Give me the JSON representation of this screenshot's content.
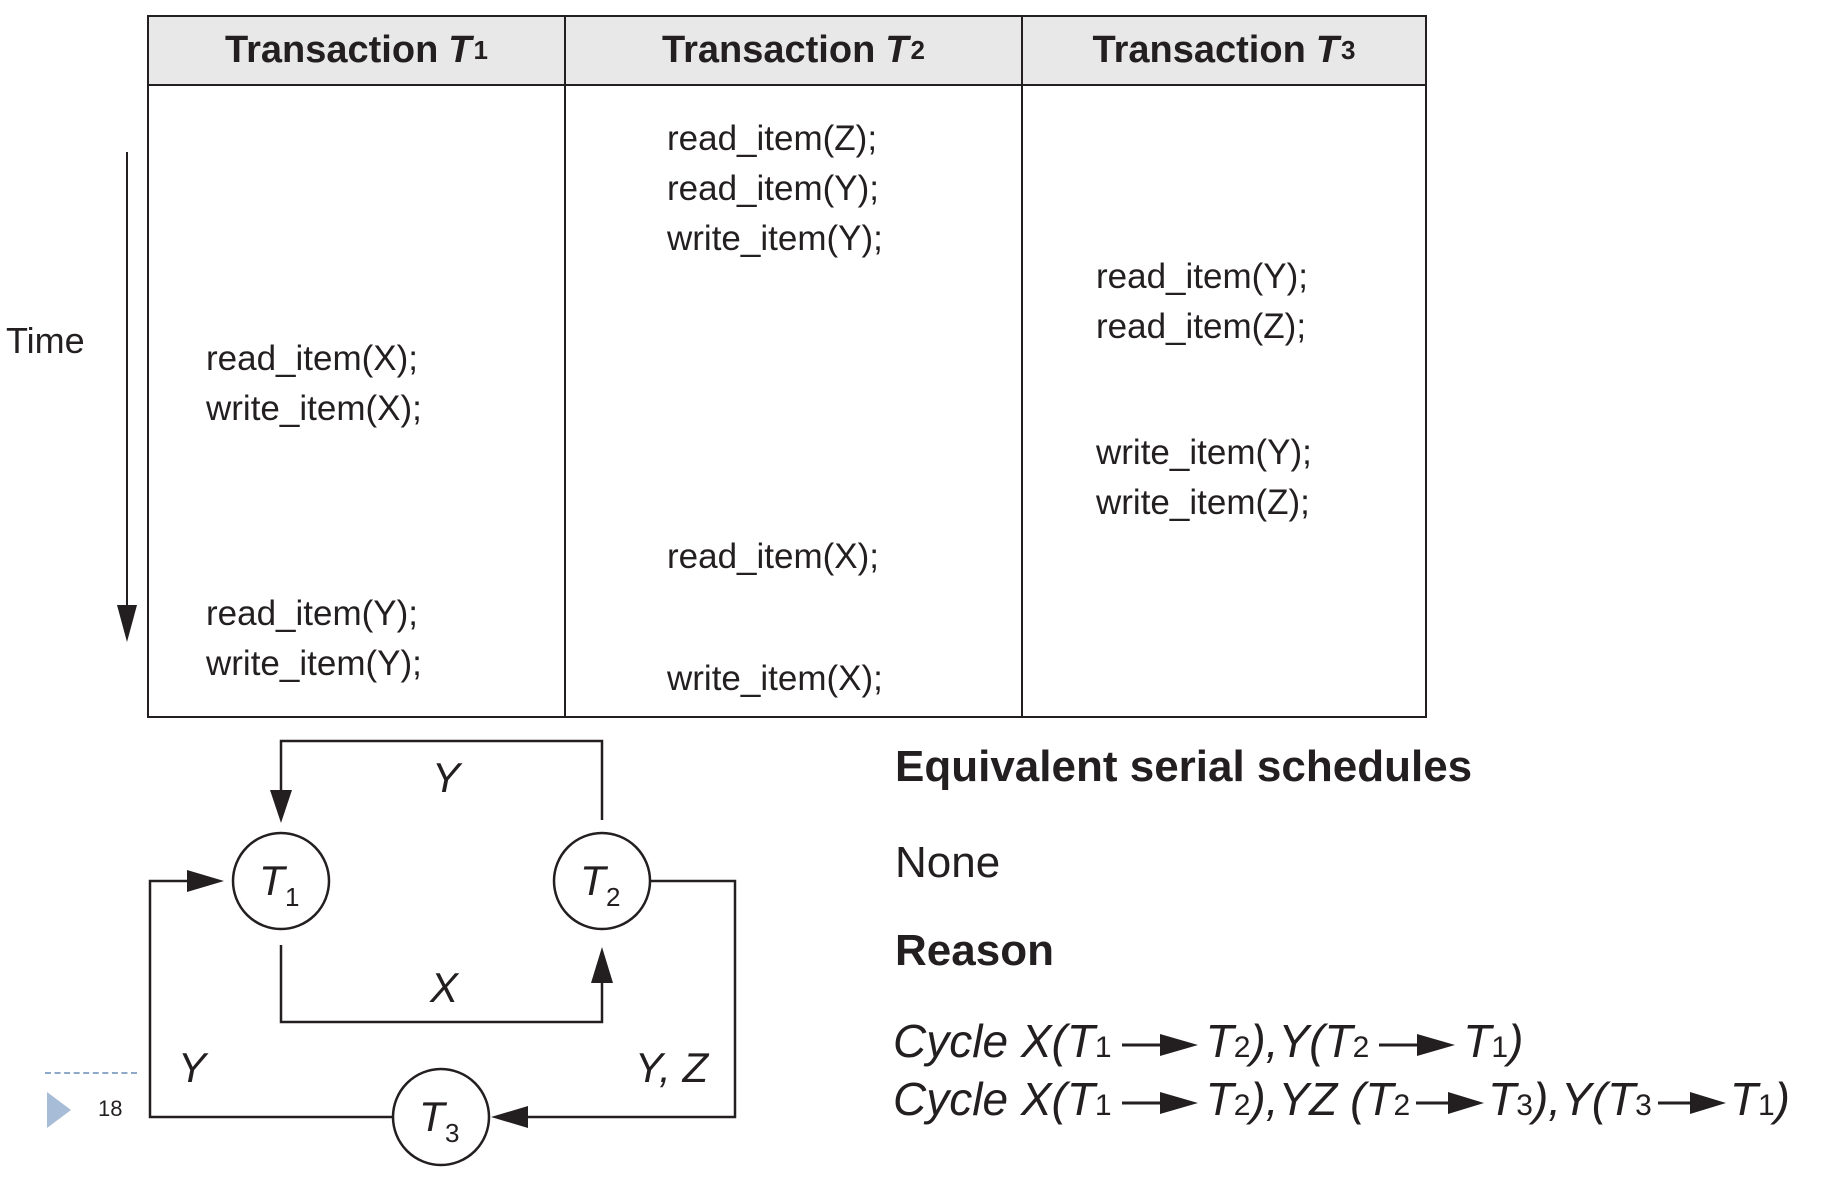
{
  "table": {
    "columns": [
      {
        "prefix": "Transaction",
        "var": "T",
        "sub": "1"
      },
      {
        "prefix": "Transaction",
        "var": "T",
        "sub": "2"
      },
      {
        "prefix": "Transaction",
        "var": "T",
        "sub": "3"
      }
    ],
    "t1_ops": [
      "read_item(X);",
      "write_item(X);",
      "read_item(Y);",
      "write_item(Y);"
    ],
    "t2_ops": [
      "read_item(Z);",
      "read_item(Y);",
      "write_item(Y);",
      "read_item(X);",
      "write_item(X);"
    ],
    "t3_ops": [
      "read_item(Y);",
      "read_item(Z);",
      "write_item(Y);",
      "write_item(Z);"
    ]
  },
  "time_label": "Time",
  "graph": {
    "nodes": [
      {
        "var": "T",
        "sub": "1"
      },
      {
        "var": "T",
        "sub": "2"
      },
      {
        "var": "T",
        "sub": "3"
      }
    ],
    "edge_labels": {
      "t2_to_t1": "Y",
      "t1_to_t2": "X",
      "t3_to_t1": "Y",
      "t2_to_t3": "Y, Z"
    }
  },
  "panel": {
    "heading_schedules": "Equivalent serial schedules",
    "schedules_value": "None",
    "heading_reason": "Reason",
    "cycle1": {
      "word": "Cycle",
      "p1": "X(T",
      "s1": "1",
      "p2": "T",
      "s2": "2",
      "p3": "),Y(T",
      "s3": "2",
      "p4": "T",
      "s4": "1",
      "p5": ")"
    },
    "cycle2": {
      "word": "Cycle",
      "p1": "X(T",
      "s1": "1",
      "p2": "T",
      "s2": "2",
      "p3": "),YZ (T",
      "s3": "2",
      "p4": "T",
      "s4": "3",
      "p5": "),Y(T",
      "s5": "3",
      "p6": "T",
      "s6": "1",
      "p7": ")"
    }
  },
  "footer": {
    "page_number": "18"
  }
}
